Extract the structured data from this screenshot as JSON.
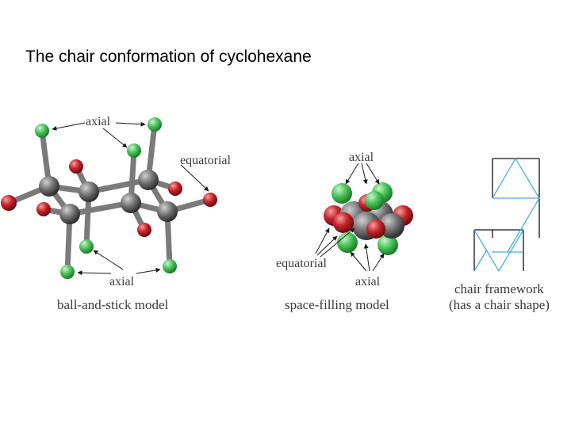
{
  "page": {
    "title": "The chair conformation of cyclohexane"
  },
  "ball_and_stick": {
    "label_axial_top": "axial",
    "label_equatorial": "equatorial",
    "label_axial_bottom": "axial",
    "caption": "ball-and-stick model"
  },
  "space_filling": {
    "label_axial_top": "axial",
    "label_equatorial": "equatorial",
    "label_axial_bottom": "axial",
    "caption": "space-filling model"
  },
  "framework": {
    "caption_line1": "chair framework",
    "caption_line2": "(has a chair shape)"
  },
  "colors": {
    "carbon": "#6e6e6e",
    "axial_hydrogen": "#4cc45a",
    "equatorial_hydrogen": "#c8242b",
    "frame_blue": "#4aaee0",
    "frame_black": "#111111"
  }
}
